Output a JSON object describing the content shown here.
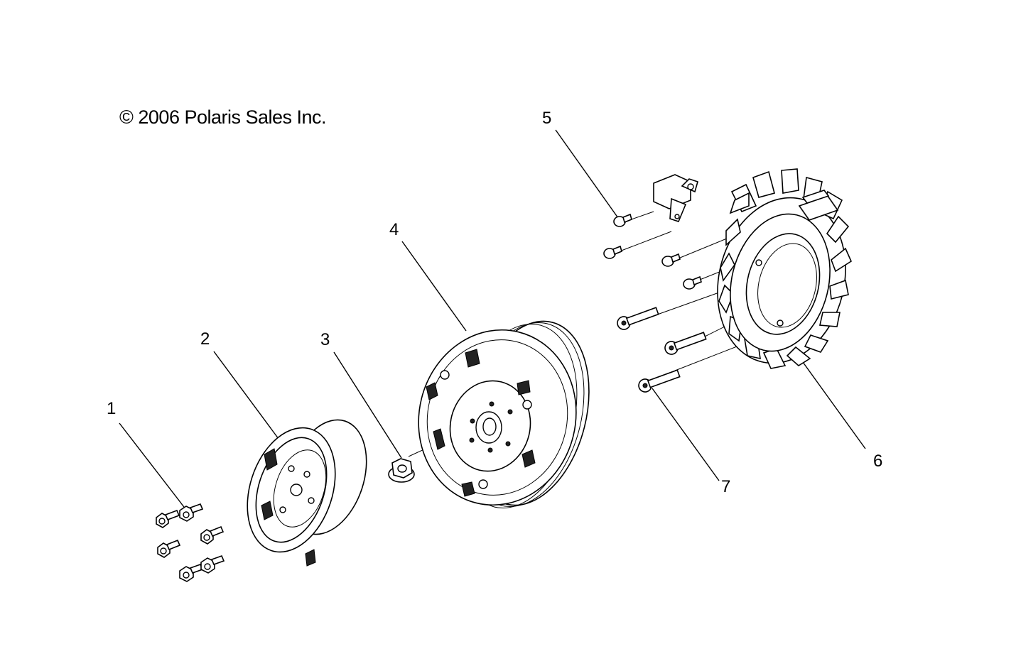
{
  "copyright": "© 2006 Polaris Sales Inc.",
  "callouts": [
    "1",
    "2",
    "3",
    "4",
    "5",
    "6",
    "7"
  ]
}
